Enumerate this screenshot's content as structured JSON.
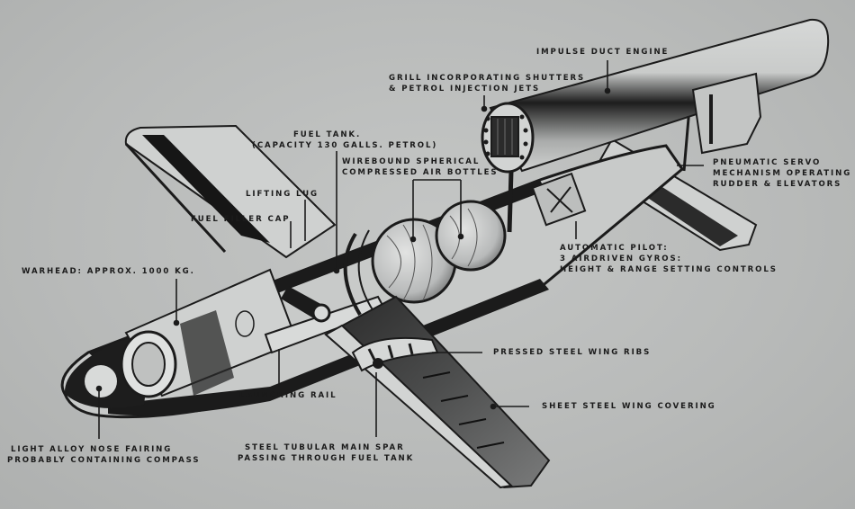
{
  "diagram": {
    "subject": "V-1 flying bomb cutaway",
    "colors": {
      "paper": "#b9bbba",
      "ink": "#1b1b1b",
      "metal_light": "#d2d4d3",
      "metal_mid": "#8e908f"
    },
    "labels": {
      "impulse_duct_engine": "IMPULSE DUCT ENGINE",
      "grill": [
        "GRILL INCORPORATING SHUTTERS",
        "& PETROL INJECTION JETS"
      ],
      "fuel_tank": [
        "FUEL TANK.",
        "(CAPACITY 130 GALLS. PETROL)"
      ],
      "air_bottles": [
        "WIREBOUND SPHERICAL",
        "COMPRESSED AIR BOTTLES"
      ],
      "lifting_lug": "LIFTING LUG",
      "fuel_filler_cap": "FUEL FILLER CAP",
      "warhead": "WARHEAD: APPROX. 1000 KG.",
      "pneumatic_servo": [
        "PNEUMATIC SERVO",
        "MECHANISM OPERATING",
        "RUDDER & ELEVATORS"
      ],
      "automatic_pilot": [
        "AUTOMATIC PILOT:",
        "3 AIRDRIVEN GYROS:",
        "HEIGHT & RANGE SETTING CONTROLS"
      ],
      "wing_ribs": "PRESSED STEEL WING RIBS",
      "wing_covering": "SHEET STEEL WING COVERING",
      "launching_rail": "LAUNCHING RAIL",
      "nose_fairing": [
        "LIGHT ALLOY NOSE FAIRING",
        "PROBABLY CONTAINING COMPASS"
      ],
      "main_spar": [
        "STEEL TUBULAR MAIN SPAR",
        "PASSING THROUGH FUEL TANK"
      ]
    }
  }
}
